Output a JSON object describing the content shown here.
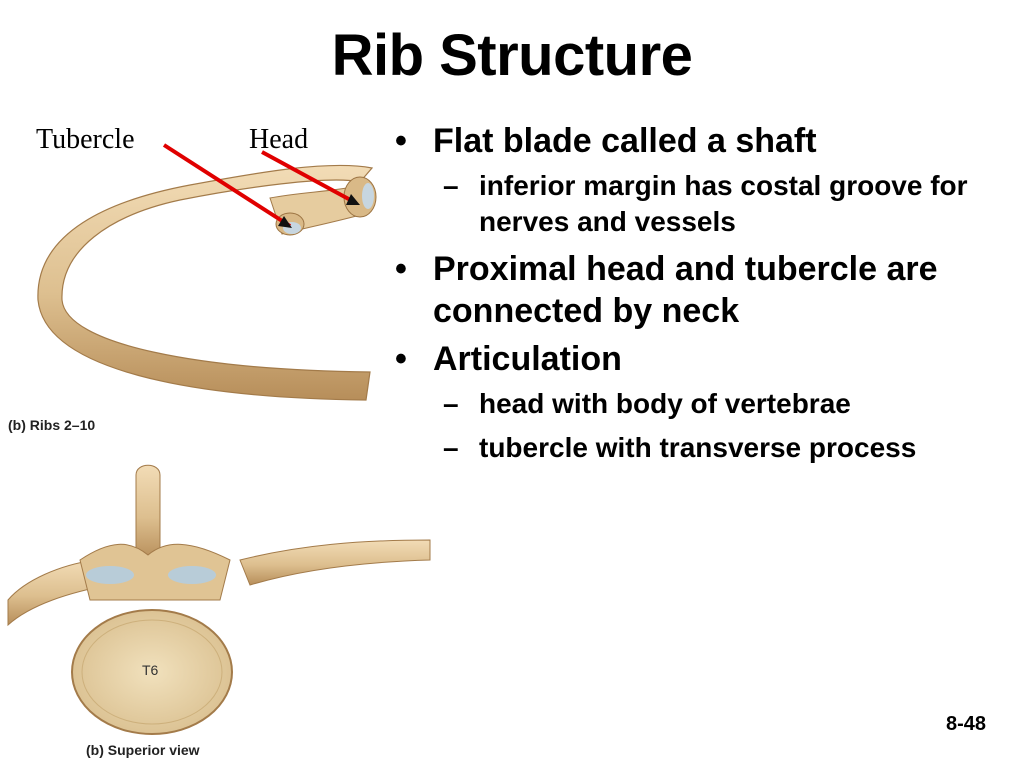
{
  "slide": {
    "title": "Rib Structure",
    "number": "8-48"
  },
  "figure": {
    "labels": {
      "tubercle": "Tubercle",
      "head": "Head"
    },
    "top_caption": "(b) Ribs 2–10",
    "bottom_caption": "(b) Superior view",
    "vertebra_label": "T6",
    "colors": {
      "bone": "#e3c99f",
      "bone_shadow": "#b48a55",
      "cartilage": "#b8ccd8",
      "arrow": "#e00000"
    }
  },
  "bullets": [
    {
      "text": "Flat blade called a shaft",
      "sub": [
        "inferior margin has costal groove for nerves and vessels"
      ]
    },
    {
      "text": "Proximal head and tubercle are connected by neck",
      "sub": []
    },
    {
      "text": "Articulation",
      "sub": [
        "head with body of vertebrae",
        "tubercle with transverse process"
      ]
    }
  ]
}
